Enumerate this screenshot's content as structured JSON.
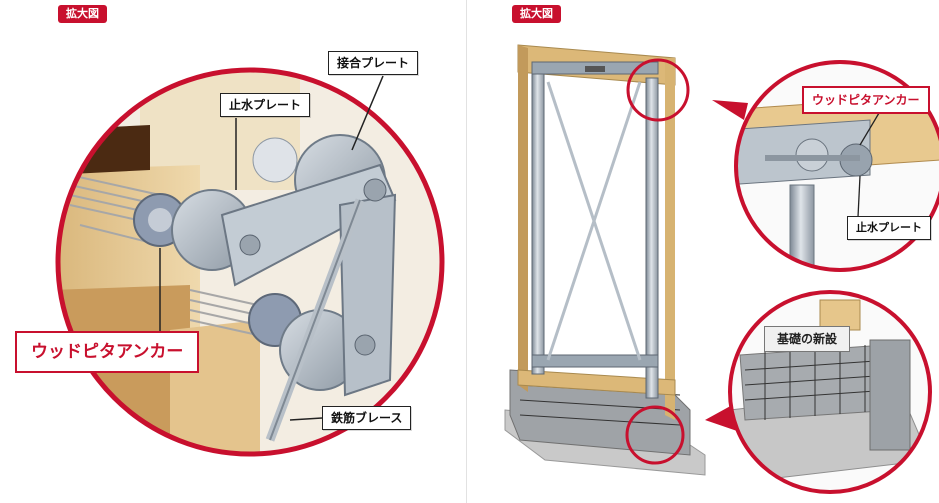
{
  "left_panel": {
    "zoom_tag": "拡大図",
    "labels": {
      "joint_plate": "接合プレート",
      "water_stop_plate": "止水プレート",
      "wood_pita_anchor": "ウッドピタアンカー",
      "rebar_brace": "鉄筋ブレース"
    }
  },
  "right_panel": {
    "zoom_tag": "拡大図",
    "labels": {
      "wood_pita_anchor": "ウッドピタアンカー",
      "water_stop_plate": "止水プレート",
      "new_foundation": "基礎の新設"
    }
  },
  "colors": {
    "accent_red": "#c8102e",
    "wood": "#e7cf9e",
    "steel": "#b9c3cd"
  }
}
